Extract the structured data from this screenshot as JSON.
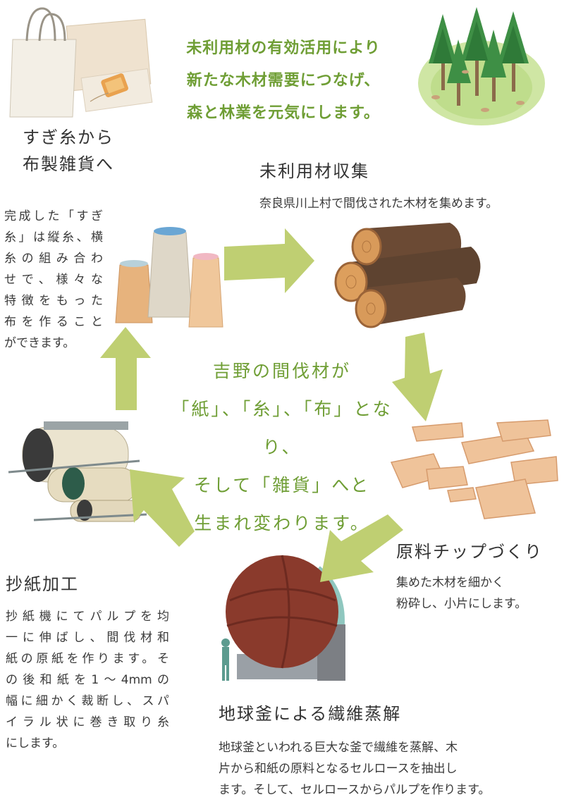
{
  "lead_text": [
    "未利用材の有効活用により",
    "新たな木材需要につなげ、",
    "森と林業を元気にします。"
  ],
  "center_text": [
    "吉野の間伐材が",
    "「紙」、「糸」、「布」となり、",
    "そして「雑貨」へと",
    "生まれ変わります。"
  ],
  "steps": {
    "collect": {
      "title": "未利用材収集",
      "desc": [
        "奈良県川上村で間伐された木材を集めます。"
      ]
    },
    "chip": {
      "title": "原料チップづくり",
      "desc": [
        "集めた木材を細かく",
        "粉砕し、小片にします。"
      ]
    },
    "digest": {
      "title": "地球釜による繊維蒸解",
      "desc": [
        "地球釜といわれる巨大な釜で繊維を蒸解、木",
        "片から和紙の原料となるセルロースを抽出し",
        "ます。そして、セルロースからパルプを作ります。"
      ]
    },
    "paper": {
      "title": "抄紙加工",
      "desc": [
        "抄紙機にてパルプを均",
        "一に伸ばし、間伐材和",
        "紙の原紙を作ります。そ",
        "の後和紙を1〜4mmの",
        "幅に細かく裁断し、スパ",
        "イラル状に巻き取り糸",
        "にします。"
      ]
    },
    "goods": {
      "title": [
        "すぎ糸から",
        "布製雑貨へ"
      ],
      "desc": [
        "完成した「すぎ",
        "糸」は縦糸、横",
        "糸の組み合わ",
        "せで、様々な",
        "特徴をもった",
        "布を作ること",
        "ができます。"
      ]
    }
  },
  "colors": {
    "accent_green": "#6f9e35",
    "arrow_green": "#bfcf72",
    "text": "#3a3a3a"
  }
}
